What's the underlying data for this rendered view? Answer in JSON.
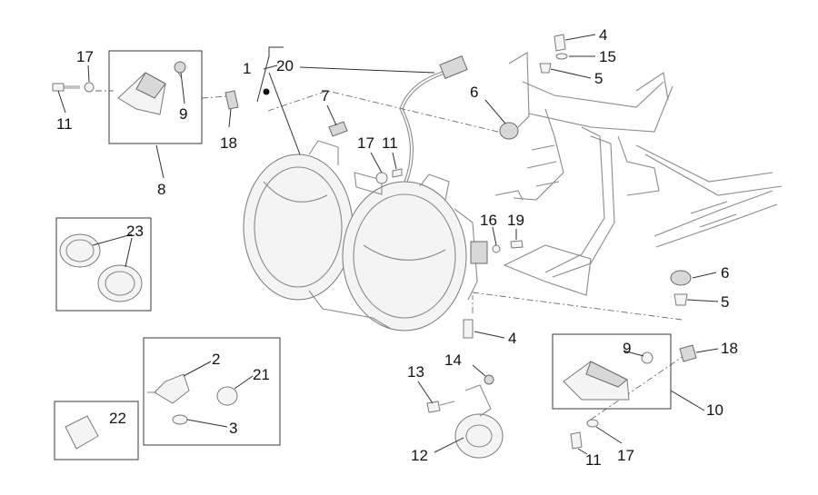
{
  "callouts": {
    "c1": "1",
    "c20": "20",
    "c17a": "17",
    "c11a": "11",
    "c9a": "9",
    "c18a": "18",
    "c8": "8",
    "c7": "7",
    "c17b": "17",
    "c11b": "11",
    "c6a": "6",
    "c4a": "4",
    "c15": "15",
    "c5a": "5",
    "c16": "16",
    "c19": "19",
    "c6b": "6",
    "c5b": "5",
    "c23": "23",
    "c4b": "4",
    "c9b": "9",
    "c18b": "18",
    "c10": "10",
    "c2": "2",
    "c21": "21",
    "c3": "3",
    "c22": "22",
    "c13": "13",
    "c14": "14",
    "c12": "12",
    "c11c": "11",
    "c17c": "17"
  },
  "colors": {
    "line": "#8a8a8a",
    "leader": "#303030",
    "text": "#111111"
  }
}
